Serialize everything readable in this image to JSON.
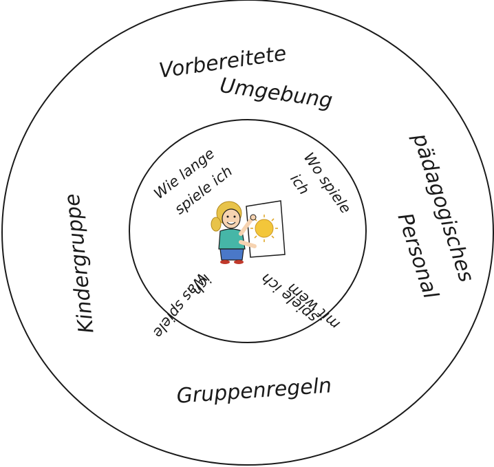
{
  "diagram": {
    "outer_ring": {
      "top_line1": "Vorbereitete",
      "top_line2": "Umgebung",
      "right_line1": "pädagogisches",
      "right_line2": "Personal",
      "bottom": "Gruppenregeln",
      "left": "Kindergruppe"
    },
    "inner_ring": {
      "top_left_line1": "Wie lange",
      "top_left_line2": "spiele ich",
      "top_right_line1": "Wo spiele",
      "top_right_line2": "ich",
      "bottom_right_line1": "mit wem",
      "bottom_right_line2": "spiele ich",
      "bottom_left_line1": "Was spiele",
      "bottom_left_line2": "ich"
    },
    "colors": {
      "stroke": "#1a1a1a",
      "hair": "#e8c34a",
      "shirt": "#46b6a7",
      "pants": "#4a78c8",
      "sun": "#f3c63a",
      "skin": "#f6d3b1"
    },
    "center_icon": "child-holding-sun-drawing-icon"
  }
}
